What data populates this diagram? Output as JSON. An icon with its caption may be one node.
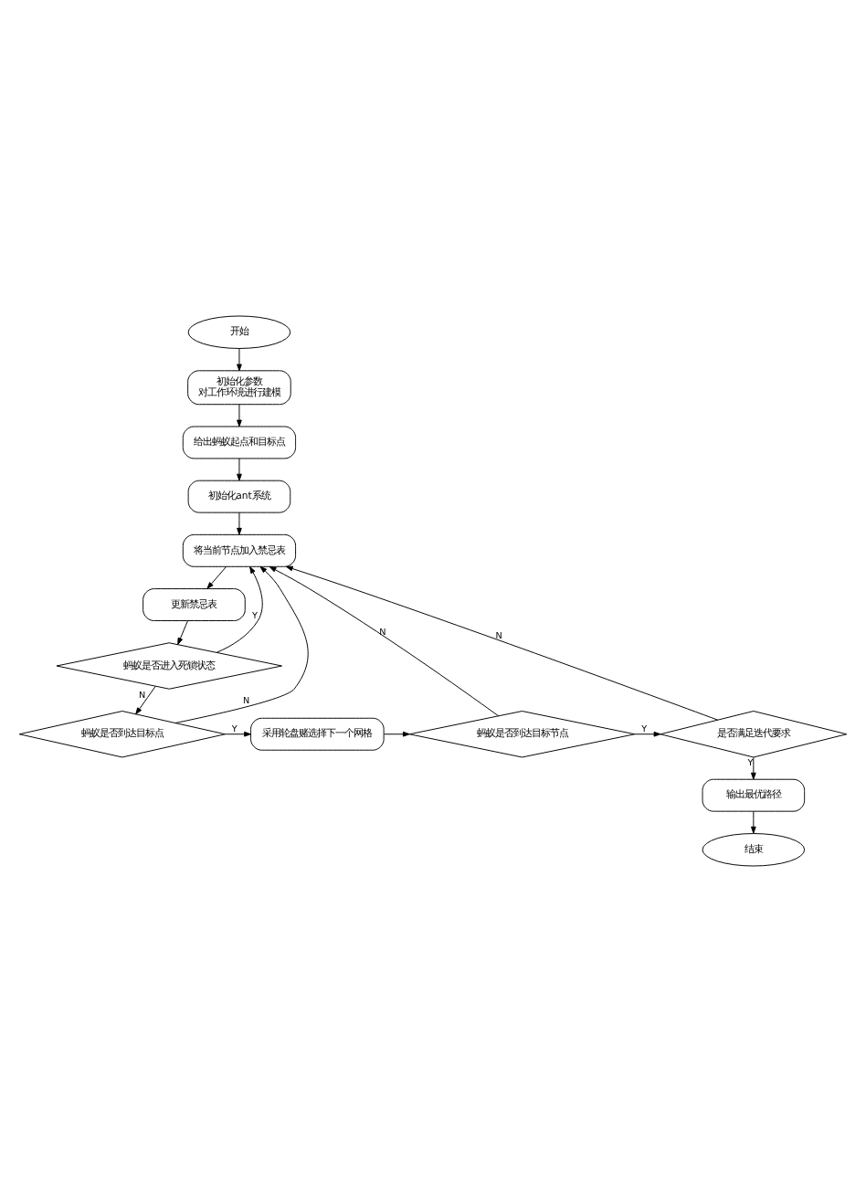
{
  "diagram": {
    "nodes": [
      {
        "text": [
          "开始"
        ]
      },
      {
        "text": [
          "初始化参数",
          "对工作环境进行建模"
        ]
      },
      {
        "text": [
          "给出蚂蚁起点和目标点"
        ]
      },
      {
        "text": [
          "初始化ant系统"
        ]
      },
      {
        "text": [
          "将当前节点加入禁忌表"
        ]
      },
      {
        "text": [
          "更新禁忌表"
        ]
      },
      {
        "text": [
          "蚂蚁是否进入死锁状态"
        ]
      },
      {
        "text": [
          "蚂蚁是否到达目标点"
        ]
      },
      {
        "text": [
          "采用轮盘赌选择下一个网格"
        ]
      },
      {
        "text": [
          "蚂蚁是否到达目标节点"
        ]
      },
      {
        "text": [
          "是否满足迭代要求"
        ]
      },
      {
        "text": [
          "输出最优路径"
        ]
      },
      {
        "text": [
          "结束"
        ]
      }
    ],
    "edges": [
      {
        "from": 0,
        "to": 1,
        "arrow": "to"
      },
      {
        "from": 1,
        "to": 2,
        "arrow": "to"
      },
      {
        "from": 2,
        "to": 3,
        "arrow": "to"
      },
      {
        "from": 3,
        "to": 4,
        "arrow": "to"
      },
      {
        "from": 4,
        "to": 5,
        "arrow": "to"
      },
      {
        "from": 5,
        "to": 6,
        "arrow": "to"
      },
      {
        "from": 6,
        "to": 4,
        "arrow": "to",
        "label": "Y"
      },
      {
        "from": 6,
        "to": 7,
        "arrow": "to",
        "label": "N"
      },
      {
        "from": 7,
        "to": 4,
        "arrow": "to",
        "label": "N"
      },
      {
        "from": 7,
        "to": 8,
        "arrow": "to",
        "label": "Y"
      },
      {
        "from": 8,
        "to": 9,
        "arrow": "to"
      },
      {
        "from": 9,
        "to": 4,
        "arrow": "to",
        "label": "N"
      },
      {
        "from": 9,
        "to": 10,
        "arrow": "to",
        "label": "Y"
      },
      {
        "from": 10,
        "to": 4,
        "arrow": "to",
        "label": "N"
      },
      {
        "from": 10,
        "to": 11,
        "arrow": "to",
        "label": "Y"
      },
      {
        "from": 11,
        "to": 12,
        "arrow": "to"
      }
    ]
  }
}
